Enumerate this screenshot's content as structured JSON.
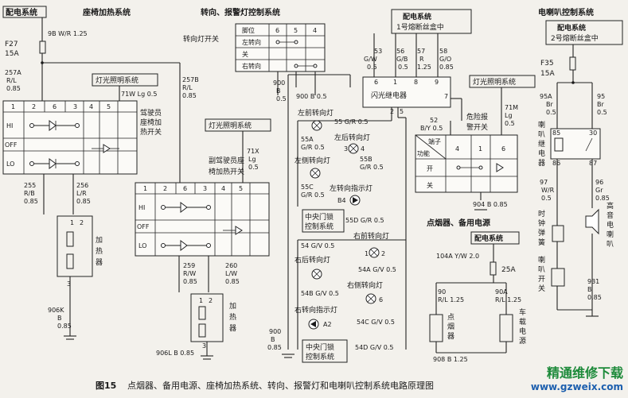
{
  "seat": {
    "dist": "配电系统",
    "title": "座椅加热系统",
    "f27": "F27",
    "f27a": "15A",
    "w9b": "9B W/R 1.25",
    "w257a": [
      "257A",
      "R/L",
      "0.85"
    ],
    "w257b": [
      "257B",
      "R/L",
      "0.85"
    ],
    "light1": "灯光照明系统",
    "w71w": "71W Lg 0.5",
    "pins": [
      "1",
      "2",
      "6",
      "3",
      "4",
      "5"
    ],
    "rows": [
      "HI",
      "OFF",
      "LO"
    ],
    "driver": [
      "驾驶员",
      "座椅加",
      "热开关"
    ],
    "w255": [
      "255",
      "R/B",
      "0.85"
    ],
    "w256": [
      "256",
      "L/R",
      "0.85"
    ],
    "heater": [
      "加",
      "热",
      "器"
    ],
    "w906k": [
      "906K",
      "B",
      "0.85"
    ],
    "n12": [
      "1",
      "2"
    ],
    "n3": "3"
  },
  "pass": {
    "light2": "灯光照明系统",
    "name": [
      "副驾驶员座",
      "椅加热开关"
    ],
    "w71x": [
      "71X",
      "Lg",
      "0.5"
    ],
    "pins": [
      "1",
      "2",
      "6",
      "3",
      "4",
      "5"
    ],
    "rows": [
      "HI",
      "OFF",
      "LO"
    ],
    "w259": [
      "259",
      "R/W",
      "0.85"
    ],
    "w260": [
      "260",
      "L/W",
      "0.85"
    ],
    "heater": [
      "加",
      "热",
      "器"
    ],
    "w906l": "906L B 0.85",
    "n12": [
      "1",
      "2"
    ],
    "n3": "3"
  },
  "turn": {
    "title": "转向、报警灯控制系统",
    "switchName": "转向灯开关",
    "header": [
      "脚位",
      "6",
      "5",
      "4"
    ],
    "rows": [
      "左转向",
      "关",
      "右转向"
    ],
    "w900b": [
      "900",
      "B",
      "0.5"
    ],
    "w900b2": "900 B 0.5",
    "w53": [
      "53",
      "G/W",
      "0.5"
    ],
    "w56": [
      "56",
      "G/B",
      "0.5"
    ],
    "w57": [
      "57",
      "R",
      "1.25"
    ],
    "w58": [
      "58",
      "G/O",
      "0.85"
    ],
    "flasherPins": [
      "6",
      "1",
      "8",
      "9",
      "7",
      "2",
      "5"
    ],
    "flasher": "闪光继电器",
    "dist": "配电系统",
    "fuse1": "1号熔断丝盒中",
    "lamps": [
      "左前转向灯",
      "左后转向灯",
      "左侧转向灯",
      "左转向指示灯",
      "右前转向灯",
      "右后转向灯",
      "右侧转向灯",
      "右转向指示灯"
    ],
    "wires": [
      "55 G/R 0.5",
      "55A",
      "G/R 0.5",
      "3",
      "4",
      "55B",
      "G/R 0.5",
      "55C",
      "G/R 0.5",
      "B4",
      "55D G/R 0.5",
      "54 G/V 0.5",
      "1",
      "2",
      "54A G/V 0.5",
      "54B G/V 0.5",
      "6",
      "54C G/V 0.5",
      "A2",
      "54D G/V 0.5"
    ],
    "central1": [
      "中央门锁",
      "控制系统"
    ],
    "central2": [
      "中央门锁",
      "控制系统"
    ],
    "w900b3": [
      "900",
      "B",
      "0.85"
    ]
  },
  "hazard": {
    "light3": "灯光照明系统",
    "w71m": [
      "71M",
      "Lg",
      "0.5"
    ],
    "name": [
      "危险报",
      "警开关"
    ],
    "w52": "52",
    "w52b": "B/Y 0.5",
    "pins": [
      "端子",
      "功能",
      "4",
      "1",
      "6"
    ],
    "rows": [
      "开",
      "关"
    ],
    "w904": "904 B 0.85"
  },
  "horn": {
    "title": "电喇叭控制系统",
    "dist": "配电系统",
    "fuse2": "2号熔断丝盒中",
    "f35": "F35",
    "f35a": "15A",
    "w95a": [
      "95A",
      "Br",
      "0.5"
    ],
    "w95": [
      "95",
      "Br",
      "0.5"
    ],
    "relay": [
      "喇",
      "叭",
      "继",
      "电",
      "器"
    ],
    "p85": "85",
    "p30": "30",
    "p86": "86",
    "p87": "87",
    "w97": [
      "97",
      "W/R",
      "0.5"
    ],
    "w96": [
      "96",
      "Gr",
      "0.85"
    ],
    "spring": [
      "时",
      "钟",
      "弹",
      "簧"
    ],
    "hornSw": [
      "喇",
      "叭",
      "开",
      "关"
    ],
    "hornName": [
      "高",
      "音",
      "电",
      "喇",
      "叭"
    ],
    "w931": [
      "931",
      "B",
      "0.85"
    ]
  },
  "cig": {
    "title": "点烟器、备用电源",
    "dist": "配电系统",
    "w104a": "104A Y/W 2.0",
    "f25": "25A",
    "w90": [
      "90",
      "R/L 1.25"
    ],
    "w90a": [
      "90A",
      "R/L 1.25"
    ],
    "lighter": [
      "点",
      "烟",
      "器"
    ],
    "power": [
      "车",
      "载",
      "电",
      "源"
    ],
    "w908": "908 B 1.25"
  },
  "caption": {
    "fig": "图15",
    "text": "点烟器、备用电源、座椅加热系统、转向、报警灯和电喇叭控制系统电路原理图"
  },
  "logo": {
    "name": "精通维修下载",
    "url": "www.gzweix.com"
  },
  "colors": {
    "ink": "#1a1a1a",
    "paper": "#f3f1ec",
    "logoGreen": "#1d8a3a",
    "logoBlue": "#1d5fae"
  }
}
